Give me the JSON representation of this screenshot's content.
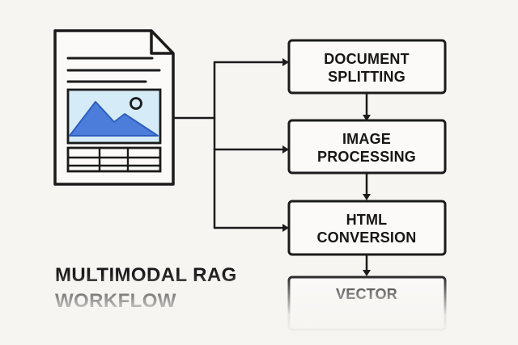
{
  "diagram": {
    "title_line_1": "MULTIMODAL RAG",
    "title_line_2": "WORKFLOW",
    "steps": [
      "DOCUMENT\nSPLITTING",
      "IMAGE\nPROCESSING",
      "HTML\nCONVERSION",
      "VECTOR"
    ]
  },
  "colors": {
    "background": "#f7f5f2",
    "stroke": "#1b1b1b",
    "image_fill": "#d6ebf8",
    "mountain_fill": "#4d7ddb",
    "mountain_stroke": "#2e5fbe"
  },
  "icons": {
    "document": "document-icon",
    "image": "image-icon",
    "table": "table-icon"
  }
}
